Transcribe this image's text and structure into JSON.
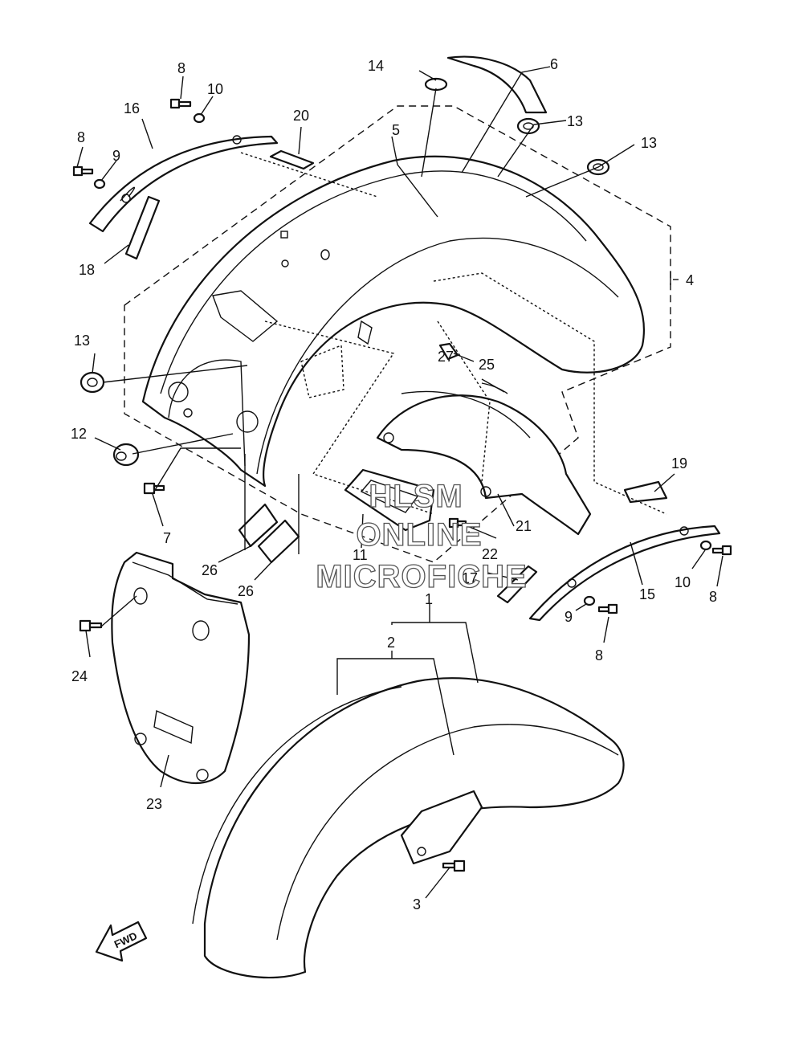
{
  "callouts": [
    {
      "id": "c1",
      "text": "1"
    },
    {
      "id": "c2",
      "text": "2"
    },
    {
      "id": "c3",
      "text": "3"
    },
    {
      "id": "c4",
      "text": "4"
    },
    {
      "id": "c5",
      "text": "5"
    },
    {
      "id": "c6",
      "text": "6"
    },
    {
      "id": "c7",
      "text": "7"
    },
    {
      "id": "c8a",
      "text": "8"
    },
    {
      "id": "c8b",
      "text": "8"
    },
    {
      "id": "c8c",
      "text": "8"
    },
    {
      "id": "c8d",
      "text": "8"
    },
    {
      "id": "c9a",
      "text": "9"
    },
    {
      "id": "c9b",
      "text": "9"
    },
    {
      "id": "c10a",
      "text": "10"
    },
    {
      "id": "c10b",
      "text": "10"
    },
    {
      "id": "c11",
      "text": "11"
    },
    {
      "id": "c12",
      "text": "12"
    },
    {
      "id": "c13a",
      "text": "13"
    },
    {
      "id": "c13b",
      "text": "13"
    },
    {
      "id": "c13c",
      "text": "13"
    },
    {
      "id": "c14",
      "text": "14"
    },
    {
      "id": "c15",
      "text": "15"
    },
    {
      "id": "c16",
      "text": "16"
    },
    {
      "id": "c17",
      "text": "17"
    },
    {
      "id": "c18",
      "text": "18"
    },
    {
      "id": "c19",
      "text": "19"
    },
    {
      "id": "c20",
      "text": "20"
    },
    {
      "id": "c21",
      "text": "21"
    },
    {
      "id": "c22",
      "text": "22"
    },
    {
      "id": "c23",
      "text": "23"
    },
    {
      "id": "c24",
      "text": "24"
    },
    {
      "id": "c25",
      "text": "25"
    },
    {
      "id": "c26a",
      "text": "26"
    },
    {
      "id": "c26b",
      "text": "26"
    },
    {
      "id": "c27",
      "text": "27"
    }
  ],
  "watermark": {
    "line1": "HLSM",
    "line2": "ONLINE",
    "line3": "MICROFICHE"
  },
  "direction_arrow": {
    "label": "FWD",
    "icon": "fwd-arrow-icon"
  }
}
